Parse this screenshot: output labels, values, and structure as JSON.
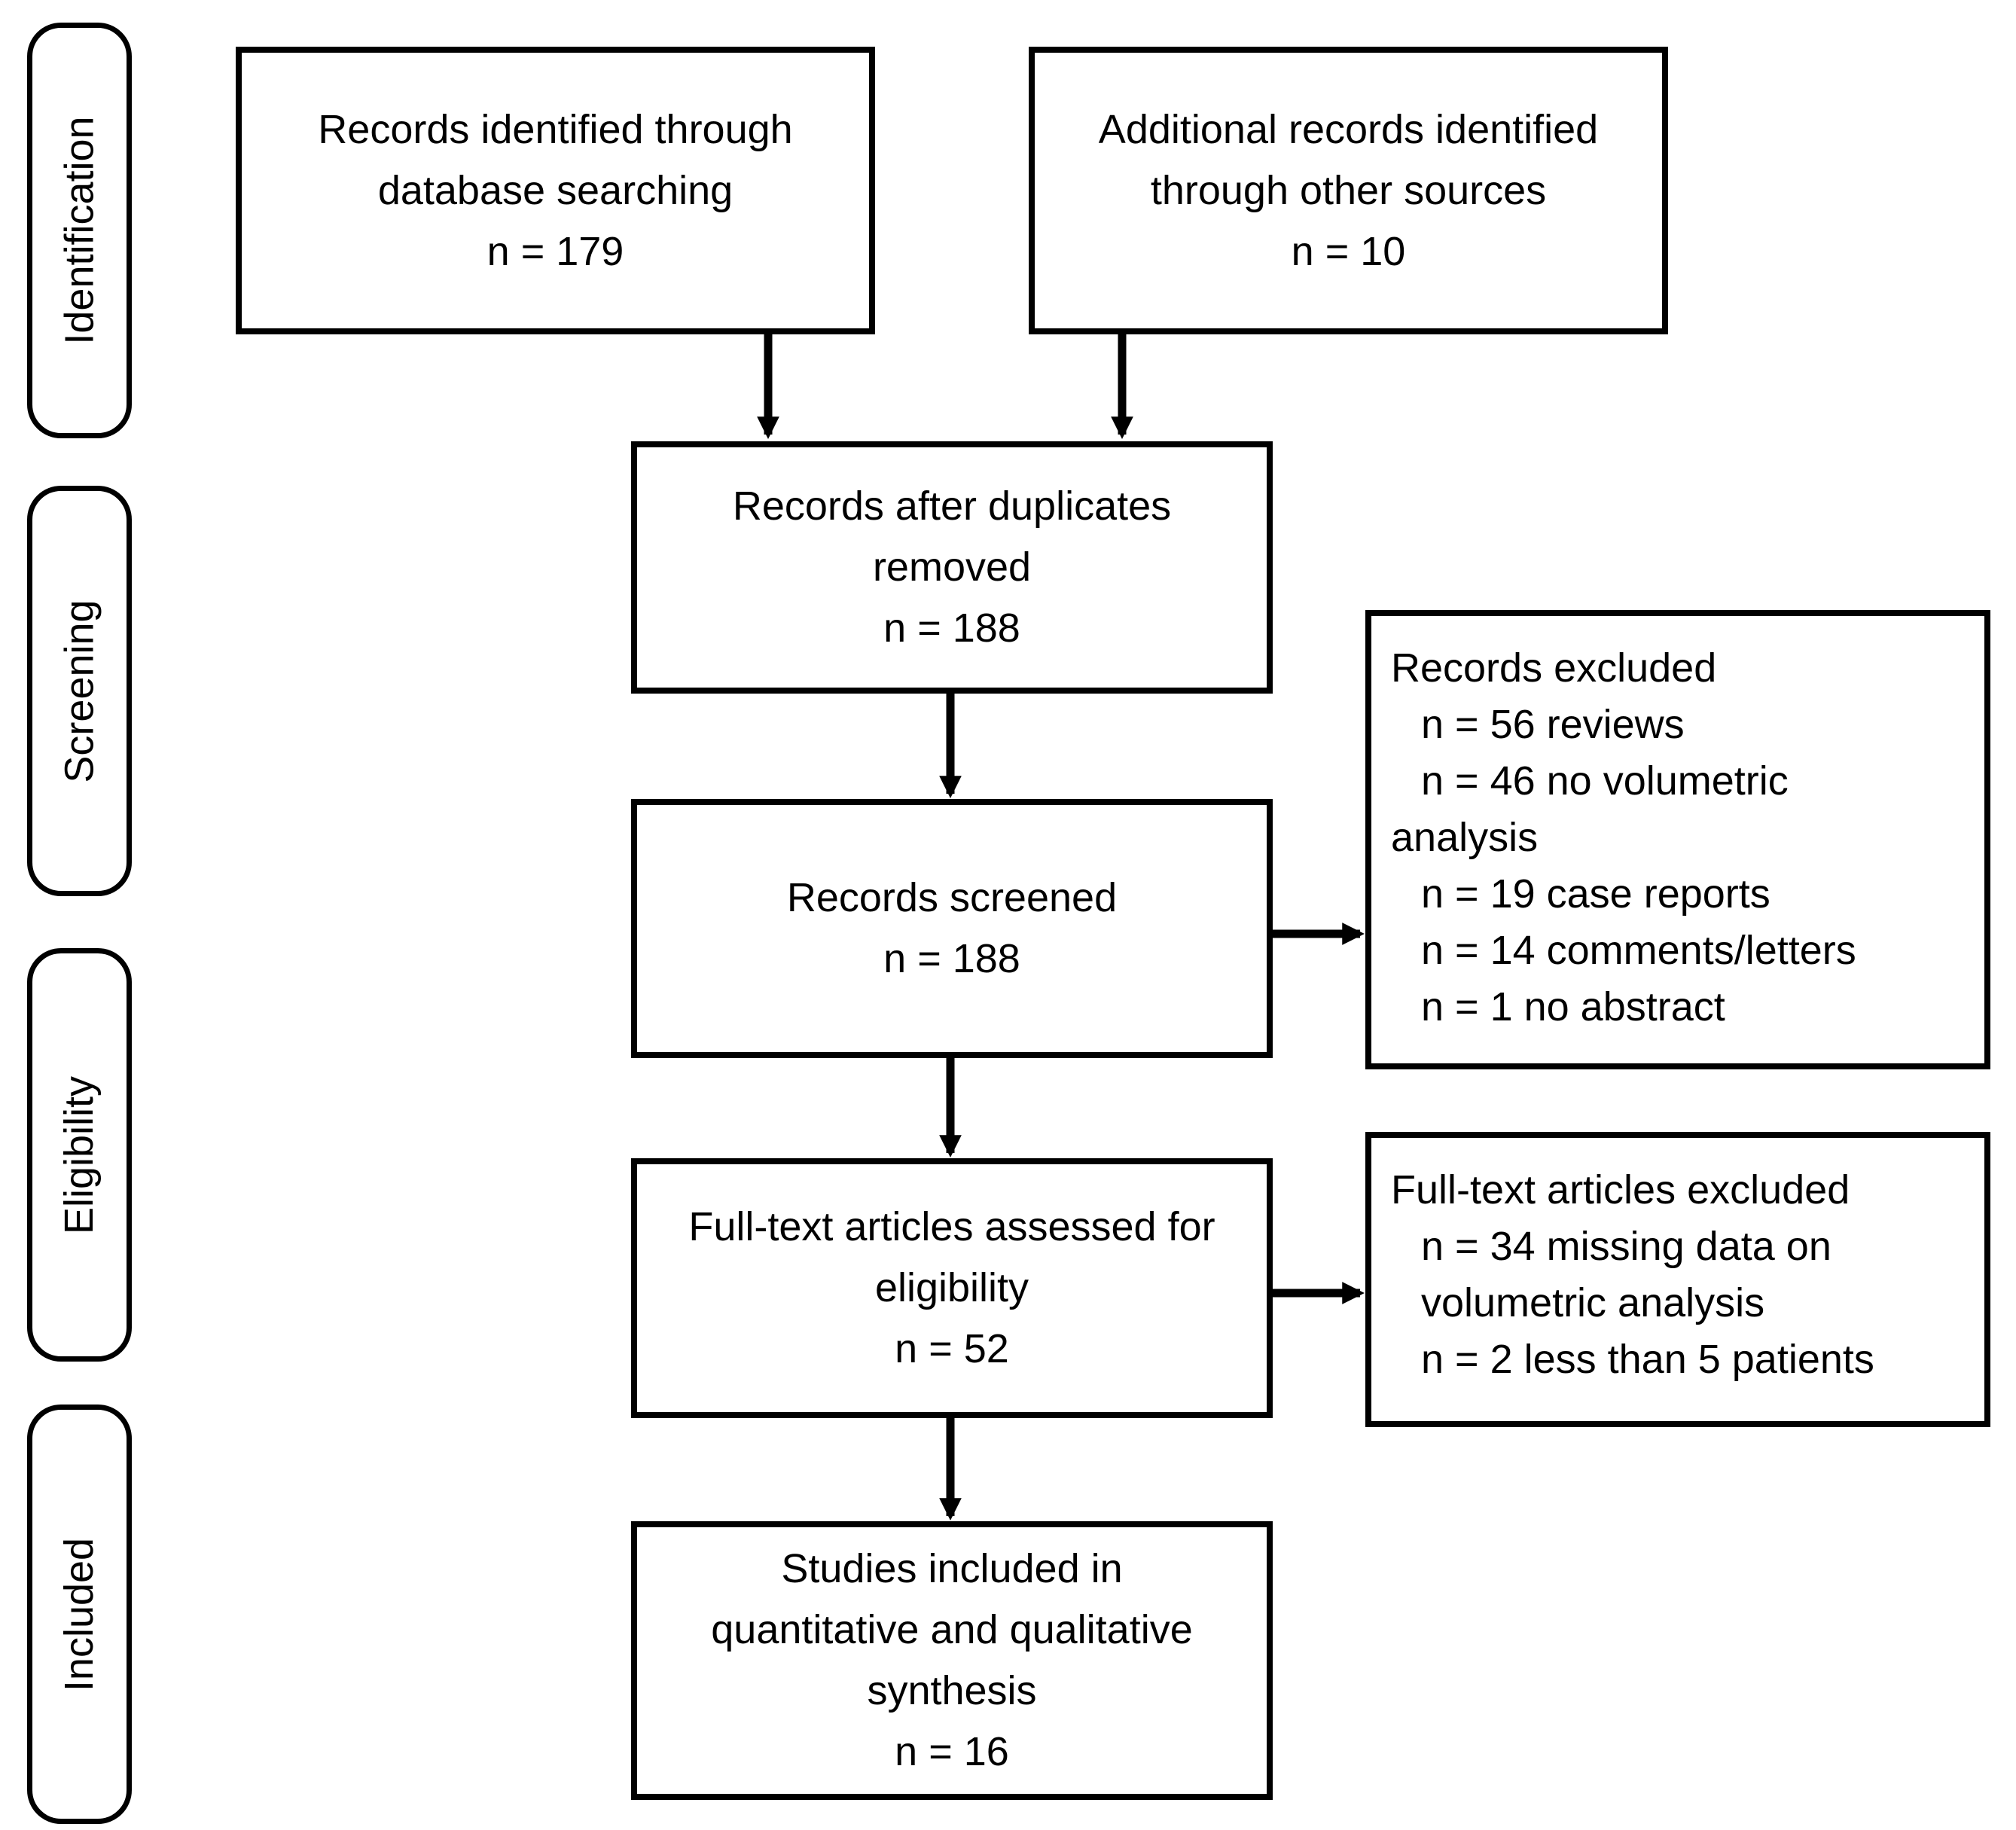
{
  "colors": {
    "ink": "#000000",
    "paper": "#ffffff"
  },
  "sidebar": {
    "stages": [
      {
        "label": "Identification"
      },
      {
        "label": "Screening"
      },
      {
        "label": "Eligibility"
      },
      {
        "label": "Included"
      }
    ]
  },
  "boxes": {
    "records_identified": {
      "lines": [
        "Records identified through",
        "database searching",
        "n = 179"
      ]
    },
    "additional_records": {
      "lines": [
        "Additional records identified",
        "through other sources",
        "n = 10"
      ]
    },
    "after_duplicates": {
      "lines": [
        "Records after duplicates",
        "removed",
        "n = 188"
      ]
    },
    "records_screened": {
      "lines": [
        "Records screened",
        "n = 188"
      ]
    },
    "records_excluded": {
      "lines": [
        "Records excluded",
        "n = 56 reviews",
        "n = 46 no volumetric",
        "analysis",
        "n = 19 case reports",
        "n = 14 comments/letters",
        "n = 1 no abstract"
      ]
    },
    "fulltext_assessed": {
      "lines": [
        "Full-text articles assessed for",
        "eligibility",
        "n = 52"
      ]
    },
    "fulltext_excluded": {
      "lines": [
        "Full-text articles excluded",
        "n = 34 missing data on",
        "volumetric analysis",
        "n = 2 less than 5 patients"
      ]
    },
    "studies_included": {
      "lines": [
        "Studies included in",
        "quantitative and qualitative",
        "synthesis",
        "n = 16"
      ]
    }
  }
}
